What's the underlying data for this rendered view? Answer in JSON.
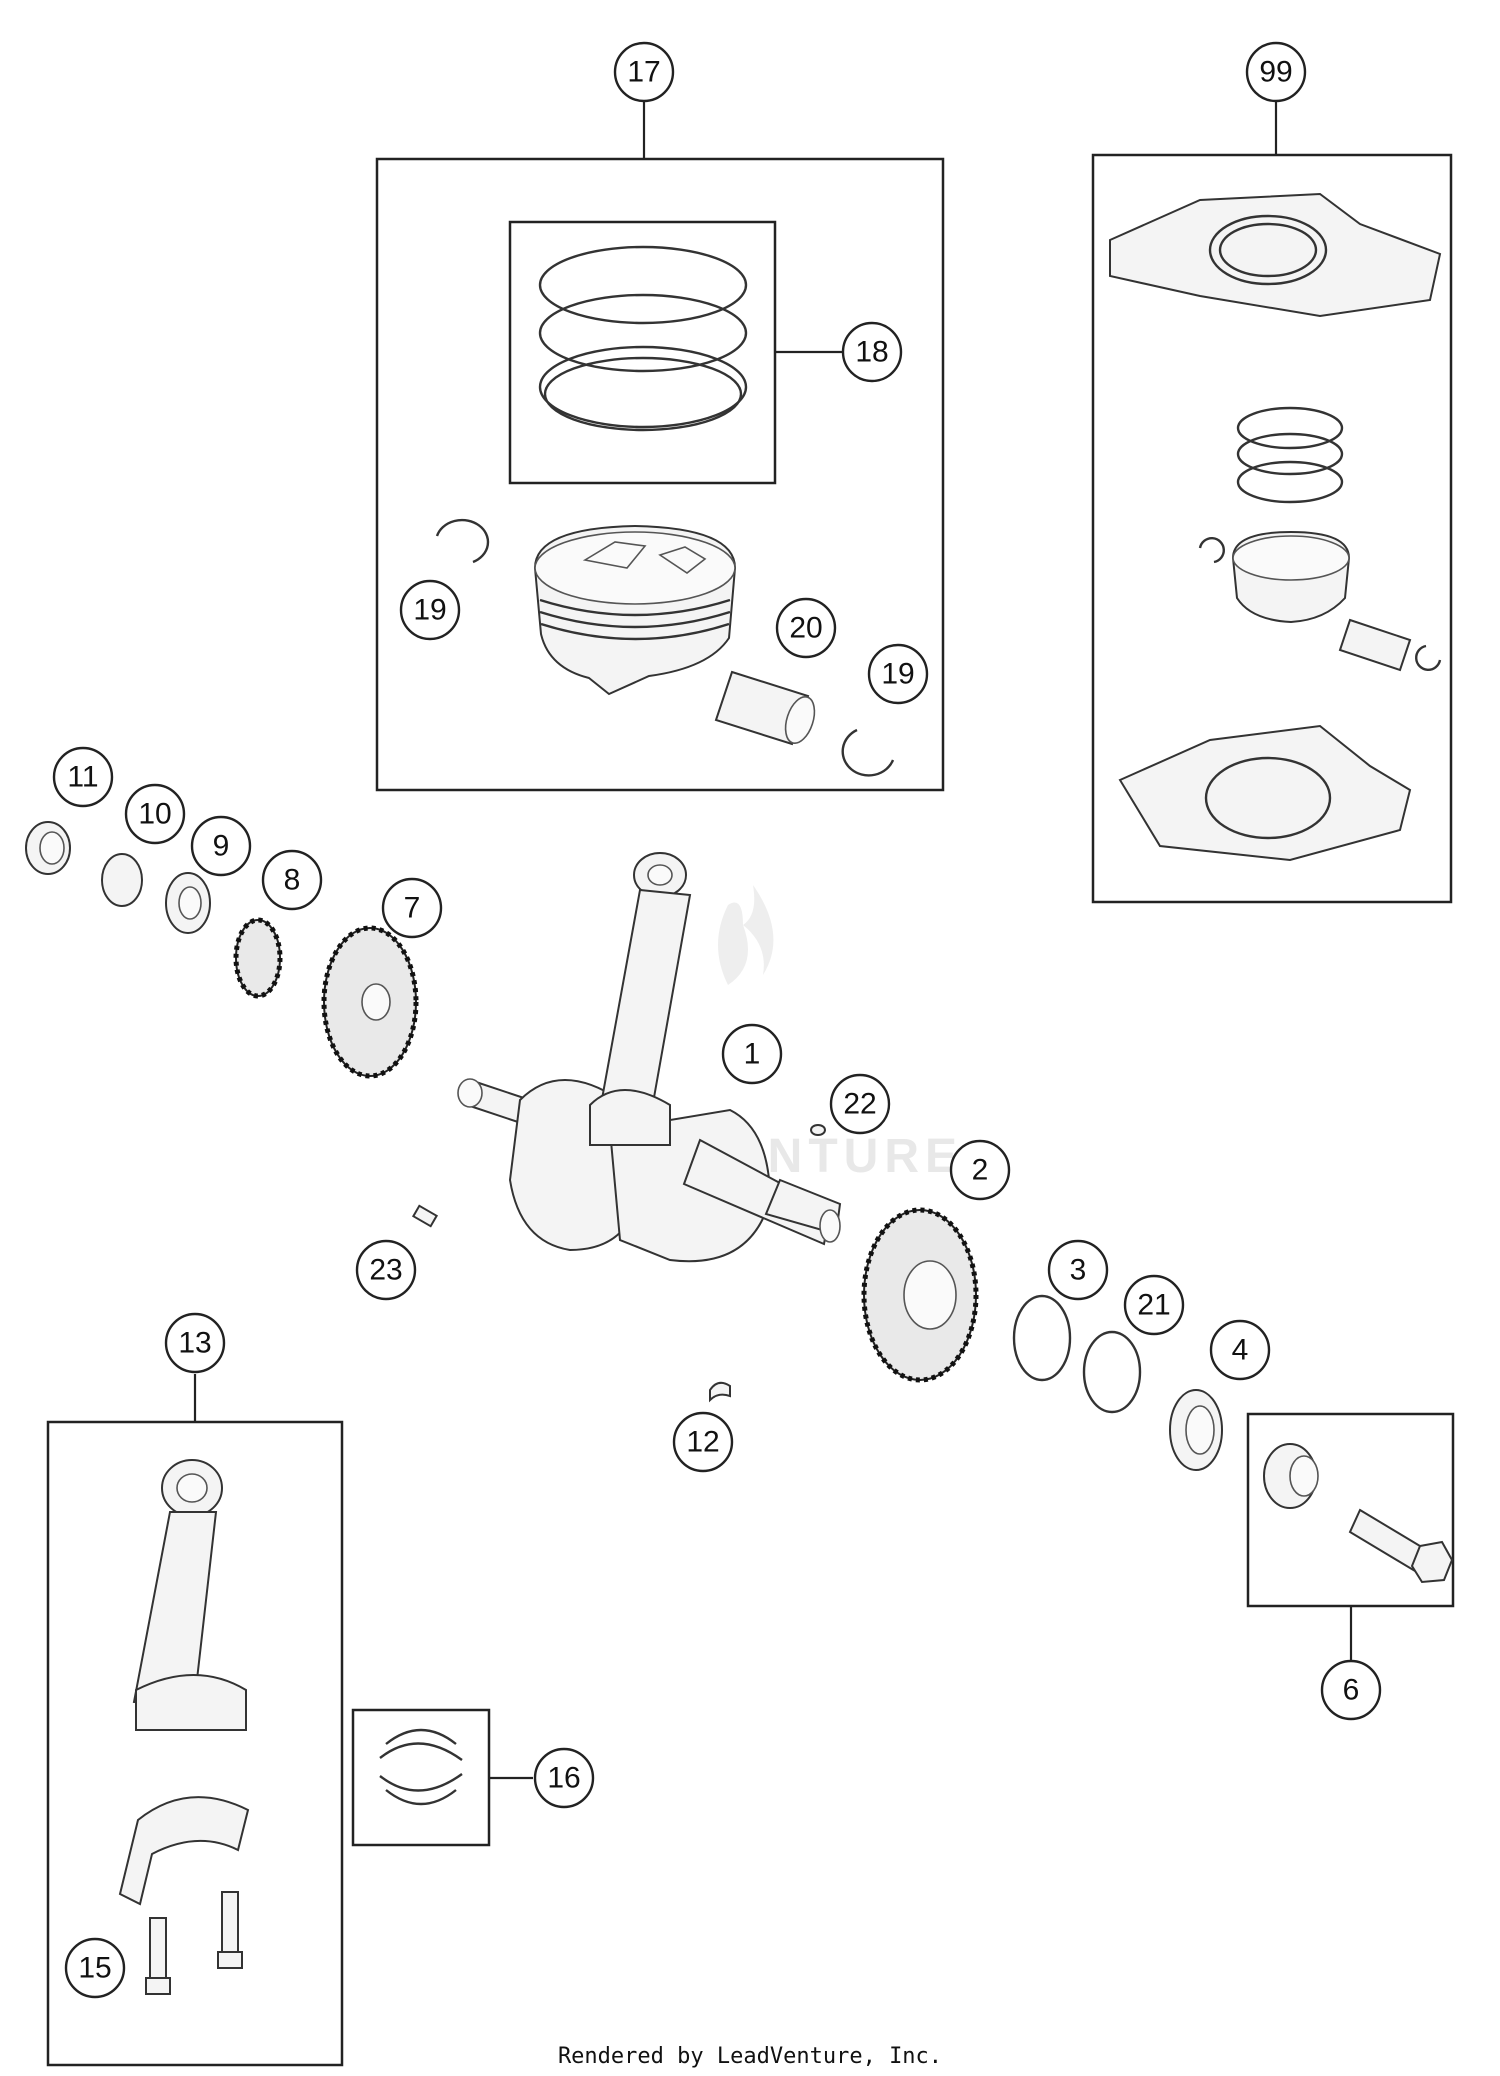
{
  "callouts": {
    "c17": "17",
    "c99": "99",
    "c18": "18",
    "c19a": "19",
    "c20": "20",
    "c19b": "19",
    "c11": "11",
    "c10": "10",
    "c9": "9",
    "c8": "8",
    "c7": "7",
    "c1": "1",
    "c22": "22",
    "c2": "2",
    "c23": "23",
    "c3": "3",
    "c21": "21",
    "c4": "4",
    "c13": "13",
    "c12": "12",
    "c6": "6",
    "c16": "16",
    "c15": "15"
  },
  "footer": "Rendered by LeadVenture, Inc.",
  "watermark": "LEADVENTURE"
}
